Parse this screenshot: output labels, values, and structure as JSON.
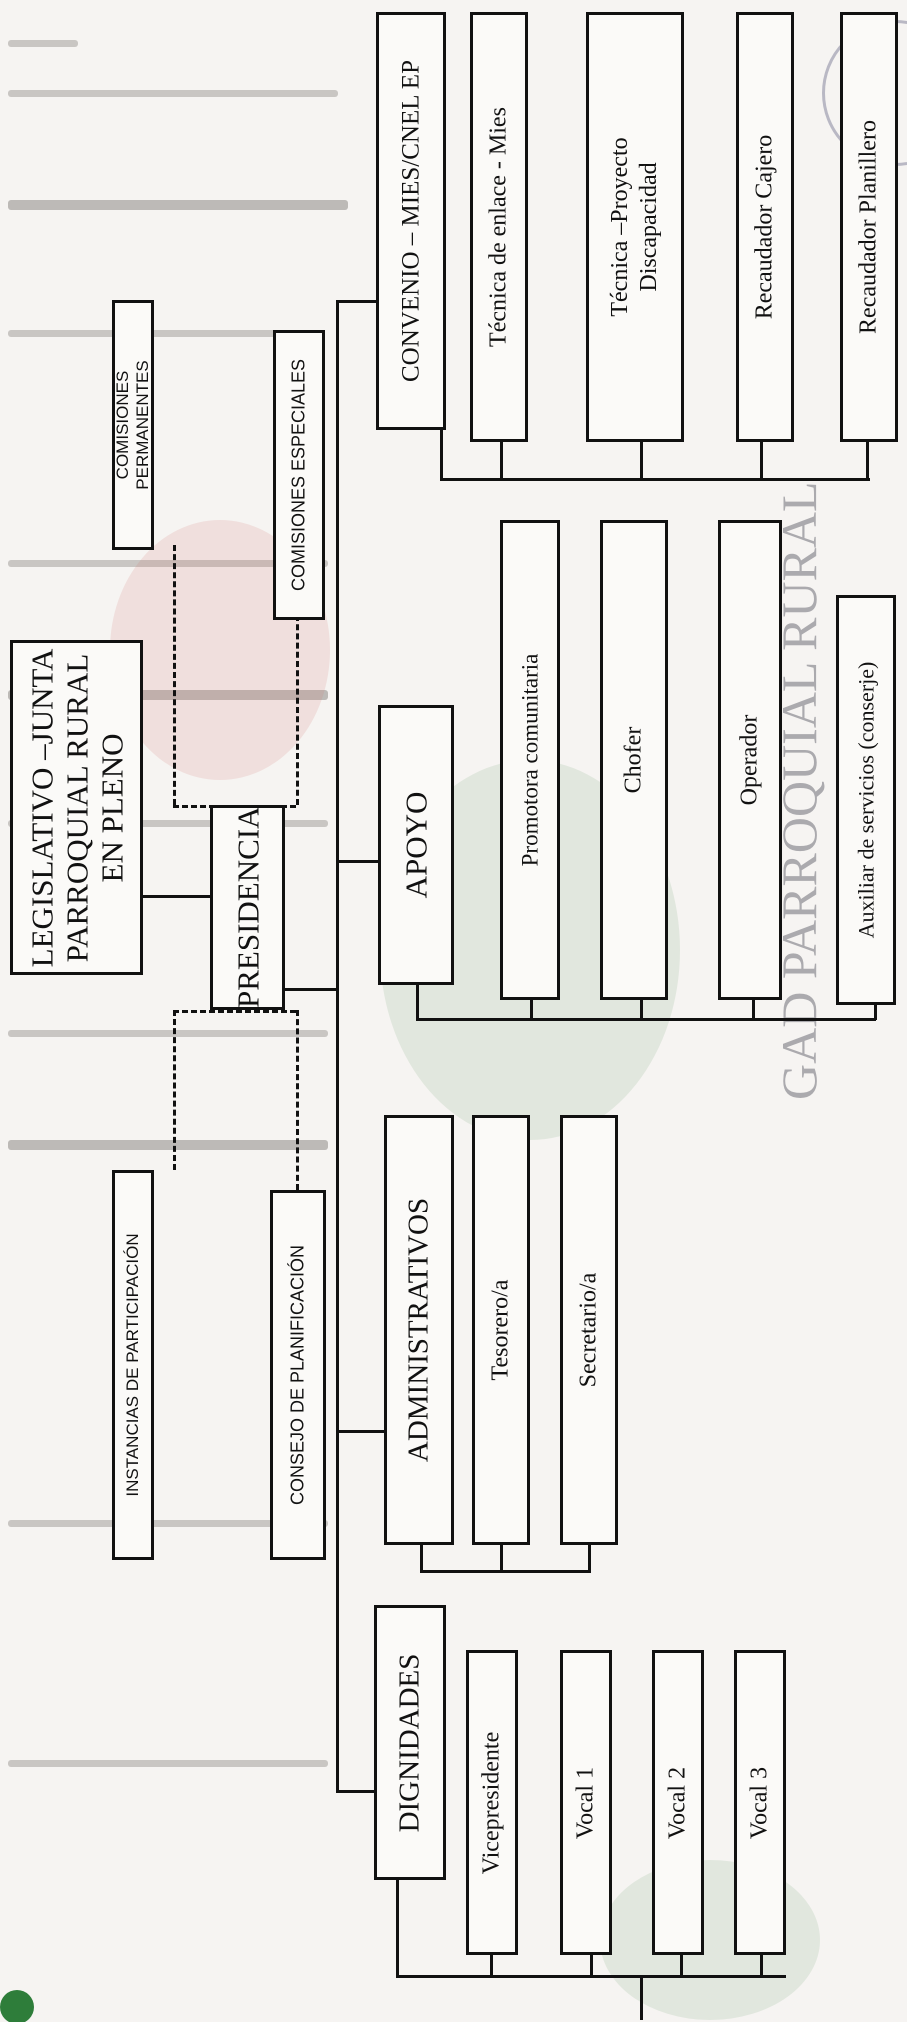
{
  "nodes": {
    "legislativo": "LEGISLATIVO –JUNTA PARROQUIAL RURAL EN PLENO",
    "presidencia": "PRESIDENCIA",
    "comisiones_permanentes": "COMISIONES PERMANENTES",
    "comisiones_especiales": "COMISIONES ESPECIALES",
    "instancias_participacion": "INSTANCIAS DE PARTICIPACIÓN",
    "consejo_planificacion": "CONSEJO DE PLANIFICACIÓN",
    "dignidades": "DIGNIDADES",
    "vicepresidente": "Vicepresidente",
    "vocal1": "Vocal 1",
    "vocal2": "Vocal 2",
    "vocal3": "Vocal 3",
    "administrativos": "ADMINISTRATIVOS",
    "tesorero": "Tesorero/a",
    "secretario": "Secretario/a",
    "apoyo": "APOYO",
    "promotora": "Promotora comunitaria",
    "chofer": "Chofer",
    "operador": "Operador",
    "auxiliar": "Auxiliar de servicios (conserje)",
    "convenio": "CONVENIO – MIES/CNEL EP",
    "tecnica_enlace": "Técnica de enlace - Mies",
    "tecnica_proyecto": "Técnica –Proyecto Discapacidad",
    "recaudador_cajero": "Recaudador Cajero",
    "recaudador_planillero": "Recaudador Planillero"
  },
  "watermark": {
    "seal_text": "GAD PARROQUIAL RURAL"
  },
  "colors": {
    "line": "#111111",
    "box_fill": "#fbfaf8",
    "background": "#f6f4f2"
  }
}
